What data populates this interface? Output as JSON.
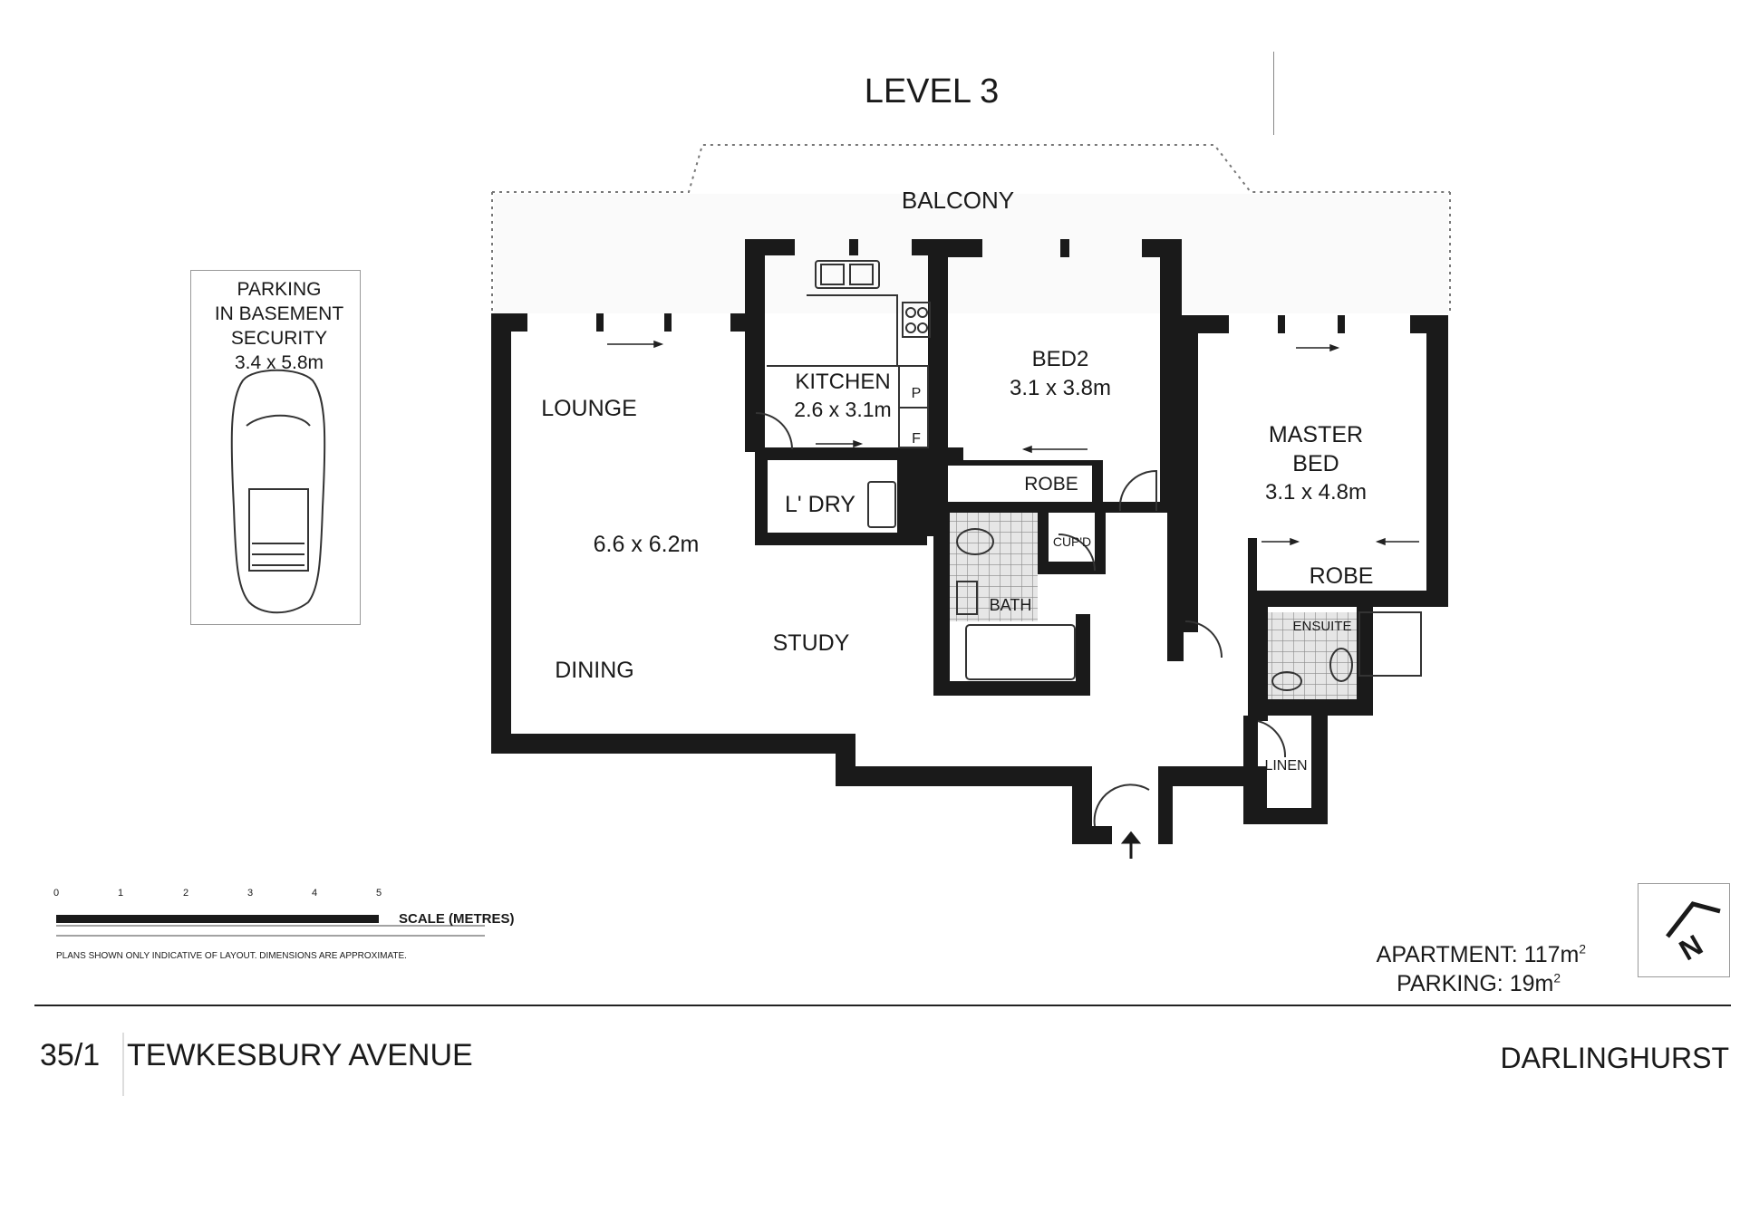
{
  "title": "LEVEL 3",
  "parking": {
    "line1": "PARKING",
    "line2": "IN BASEMENT",
    "line3": "SECURITY",
    "size": "3.4 x 5.8m"
  },
  "rooms": {
    "balcony": "BALCONY",
    "lounge": "LOUNGE",
    "lounge_size": "6.6 x 6.2m",
    "dining": "DINING",
    "study": "STUDY",
    "kitchen": "KITCHEN",
    "kitchen_size": "2.6 x 3.1m",
    "pantry": "P",
    "fridge": "F",
    "laundry": "L' DRY",
    "bed2": "BED2",
    "bed2_size": "3.1 x 3.8m",
    "bed2_robe": "ROBE",
    "cupboard": "CUP'D",
    "bath": "BATH",
    "master": "MASTER",
    "master2": "BED",
    "master_size": "3.1 x 4.8m",
    "master_robe": "ROBE",
    "ensuite": "ENSUITE",
    "linen": "LINEN"
  },
  "scale": {
    "ticks": [
      "0",
      "1",
      "2",
      "3",
      "4",
      "5"
    ],
    "label": "SCALE (METRES)",
    "disclaimer": "PLANS SHOWN ONLY INDICATIVE OF LAYOUT.  DIMENSIONS ARE APPROXIMATE."
  },
  "areas": {
    "apartment_label": "APARTMENT: 117m",
    "apartment_sup": "2",
    "parking_label": "PARKING: 19m",
    "parking_sup": "2"
  },
  "compass": {
    "letter": "N"
  },
  "footer": {
    "unit": "35/1",
    "street": "TEWKESBURY AVENUE",
    "suburb": "DARLINGHURST"
  },
  "colors": {
    "wall": "#1a1a1a",
    "tile": "#bdbdbd",
    "hatch": "#9a9a9a"
  }
}
